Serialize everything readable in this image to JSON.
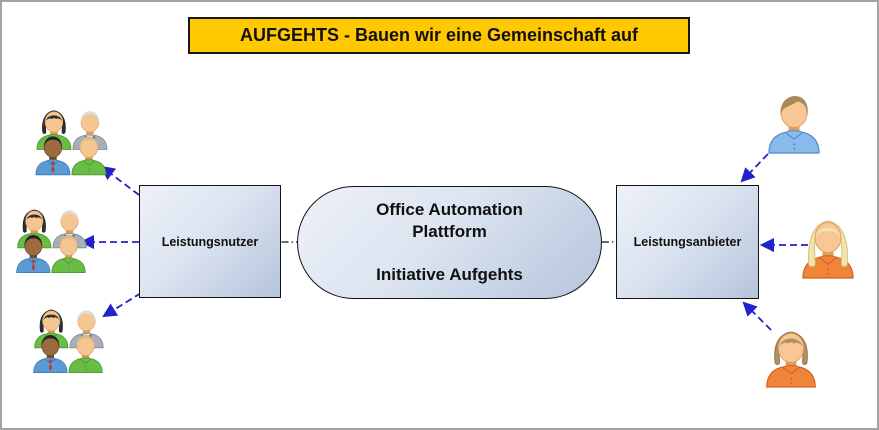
{
  "banner": {
    "text": "AUFGEHTS - Bauen wir eine Gemeinschaft auf"
  },
  "nodes": {
    "platform": {
      "line1": "Office Automation",
      "line2": "Plattform",
      "line3": "Initiative Aufgehts"
    },
    "consumers": {
      "label": "Leistungsnutzer"
    },
    "providers": {
      "label": "Leistungsanbieter"
    }
  },
  "style": {
    "banner_bg": "#ffc800",
    "banner_border": "#161616",
    "banner_text": "#111111",
    "node_fill_light": "#edf1f9",
    "node_fill_dark": "#b5c4dc",
    "node_border": "#141414",
    "arrow_color": "#2323cb",
    "link_color": "#141414",
    "frame_border": "#a3a3a3",
    "background": "#ffffff"
  },
  "people": {
    "consumer_group_members": [
      {
        "icon": "woman-black-bob",
        "style": "bob",
        "wavy": true,
        "hair": "#2e2e34",
        "hairDark": "#1b1b20",
        "shirt": "#69bd45",
        "shirtDark": "#44922a",
        "skin": "#f5c592",
        "skinDark": "#d89e58"
      },
      {
        "icon": "elderly-man-gray",
        "style": "short",
        "hair": "#dcdcd8",
        "hairDark": "#b9b9b4",
        "shirt": "#a9afb8",
        "shirtDark": "#7e858f",
        "skin": "#f5c592",
        "skinDark": "#d89e58",
        "bow": "#4a78c2",
        "undershirt": "#efefec"
      },
      {
        "icon": "man-dark-skin-red-tie",
        "style": "short",
        "hair": "#232327",
        "hairDark": "#111114",
        "shirt": "#5b9bd5",
        "shirtDark": "#3a77b0",
        "skin": "#9c6a3e",
        "skinDark": "#6e4826",
        "tie": "#c13a2c"
      },
      {
        "icon": "man-tan-hair-green-shirt",
        "style": "short",
        "hair": "#d8b787",
        "hairDark": "#bb9760",
        "shirt": "#69bd45",
        "shirtDark": "#44922a",
        "skin": "#f5c592",
        "skinDark": "#d89e58"
      }
    ],
    "provider_users": [
      {
        "icon": "man-brown-hair-blue-shirt",
        "style": "swoosh",
        "hair": "#a98a59",
        "hairDark": "#8a6b40",
        "shirt": "#88bbeb",
        "shirtDark": "#4e88c9",
        "skin": "#f8c795",
        "skinDark": "#dda05c"
      },
      {
        "icon": "woman-blonde-long-orange-shirt",
        "style": "long",
        "hair": "#f2e4b2",
        "hairDark": "#d8c27c",
        "shirt": "#f08438",
        "shirtDark": "#cf5f20",
        "skin": "#f8c795",
        "skinDark": "#dda05c"
      },
      {
        "icon": "woman-brown-bob-orange-shirt",
        "style": "bob",
        "wavy": true,
        "hair": "#b28f63",
        "hairDark": "#92714a",
        "shirt": "#f08438",
        "shirtDark": "#cf5f20",
        "skin": "#f8c795",
        "skinDark": "#dda05c"
      }
    ]
  }
}
